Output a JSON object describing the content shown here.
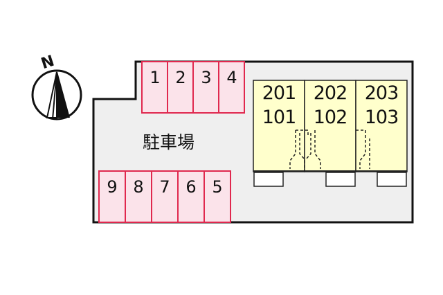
{
  "north_label": "N",
  "parking_lot_label": "駐車場",
  "parking_spaces_top": [
    "1",
    "2",
    "3",
    "4"
  ],
  "parking_spaces_bottom": [
    "9",
    "8",
    "7",
    "6",
    "5"
  ],
  "units": [
    {
      "upper": "201",
      "lower": "101"
    },
    {
      "upper": "202",
      "lower": "102"
    },
    {
      "upper": "203",
      "lower": "103"
    }
  ],
  "colors": {
    "lot_fill": "#efefef",
    "space_fill": "#fbe3ea",
    "space_border": "#e0284e",
    "building_fill": "#ffffcc",
    "outline": "#111111"
  }
}
